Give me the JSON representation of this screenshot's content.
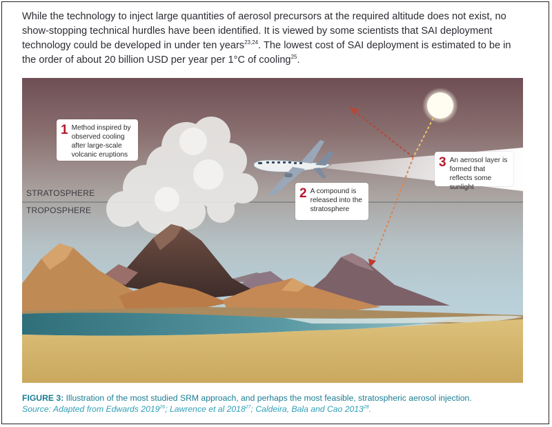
{
  "intro": {
    "part1": "While the technology to inject large quantities of aerosol precursors at the required altitude does not exist, no show-stopping technical hurdles have been identified. It is viewed by some scientists that SAI deployment technology could be developed in under ten years",
    "ref1": "23,24",
    "part2": ". The lowest cost of SAI deployment is estimated to be in the order of about 20 billion USD per year per 1°C of cooling",
    "ref2": "25",
    "part3": "."
  },
  "figure": {
    "layers": {
      "upper": "STRATOSPHERE",
      "lower": "TROPOSPHERE"
    },
    "callouts": [
      {
        "number": "1",
        "text": "Method inspired by observed cooling after large-scale volcanic eruptions"
      },
      {
        "number": "2",
        "text": "A compound is released into the stratosphere"
      },
      {
        "number": "3",
        "text": "An aerosol layer is formed that reflects some sunlight"
      }
    ],
    "colors": {
      "callout_number": "#b5182b",
      "caption": "#1a7d93",
      "source": "#2f9fb6"
    }
  },
  "caption": {
    "label": "FIGURE 3:",
    "text": " Illustration of the most studied SRM approach, and perhaps the most feasible, stratospheric aerosol injection.",
    "source_part1": "Source: Adapted from Edwards 2019",
    "source_ref1": "26",
    "source_part2": "; Lawrence et al 2018",
    "source_ref2": "27",
    "source_part3": "; Caldeira, Bala and Cao 2013",
    "source_ref3": "28",
    "source_part4": "."
  }
}
